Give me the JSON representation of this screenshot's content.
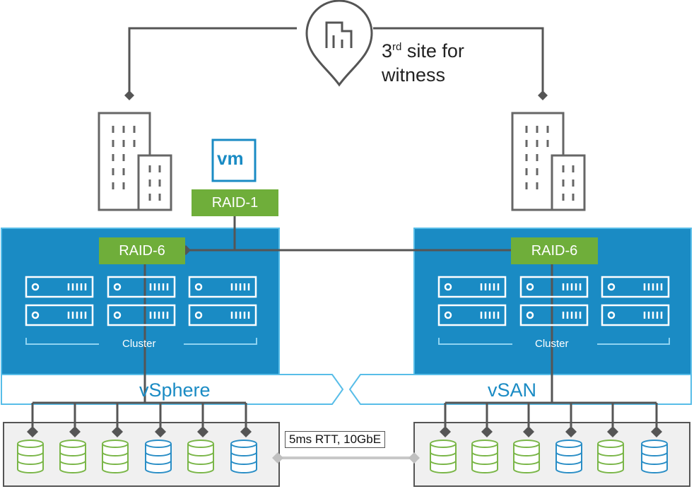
{
  "witness": {
    "sup": "rd",
    "pre": "3",
    "post": " site for",
    "line2": "witness"
  },
  "vm_label": "vm",
  "raid1_label": "RAID-1",
  "left_site": {
    "raid_label": "RAID-6",
    "cluster_label": "Cluster",
    "platform_label": "vSphere"
  },
  "right_site": {
    "raid_label": "RAID-6",
    "cluster_label": "Cluster",
    "platform_label": "vSAN"
  },
  "link_label": "5ms RTT, 10GbE",
  "colors": {
    "cluster_blue": "#1a8bc4",
    "border_blue": "#58bde8",
    "raid_green": "#6fae3a",
    "disk_green": "#7ab648",
    "disk_blue": "#2a8ec6",
    "line_gray": "#555555",
    "building_gray": "#666666"
  },
  "icons": [
    "map-pin-icon",
    "building-icon",
    "vm-icon",
    "server-icon",
    "diamond-connector-icon",
    "disk-icon"
  ],
  "disks": {
    "left": [
      "green",
      "green",
      "green",
      "blue",
      "green",
      "blue"
    ],
    "right": [
      "green",
      "green",
      "green",
      "blue",
      "green",
      "blue"
    ]
  }
}
